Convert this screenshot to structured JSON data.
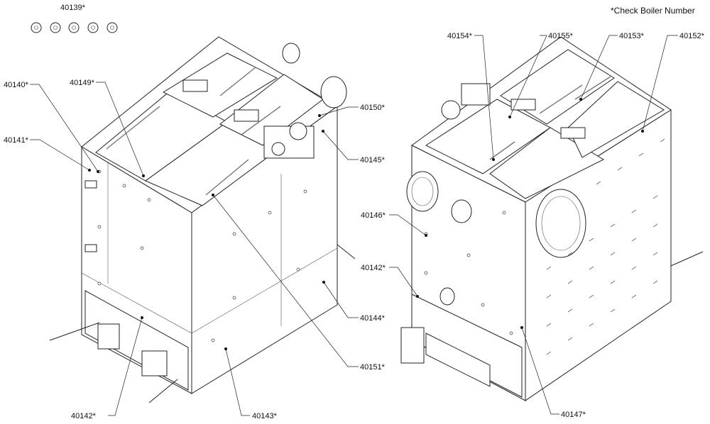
{
  "note": "*Check Boiler Number",
  "callouts": [
    {
      "id": "p40139",
      "label": "40139*"
    },
    {
      "id": "p40140",
      "label": "40140*"
    },
    {
      "id": "p40141",
      "label": "40141*"
    },
    {
      "id": "p40149",
      "label": "40149*"
    },
    {
      "id": "p40150",
      "label": "40150*"
    },
    {
      "id": "p40145",
      "label": "40145*"
    },
    {
      "id": "p40144",
      "label": "40144*"
    },
    {
      "id": "p40151",
      "label": "40151*"
    },
    {
      "id": "p40142a",
      "label": "40142*"
    },
    {
      "id": "p40143",
      "label": "40143*"
    },
    {
      "id": "p40154",
      "label": "40154*"
    },
    {
      "id": "p40155",
      "label": "40155*"
    },
    {
      "id": "p40153",
      "label": "40153*"
    },
    {
      "id": "p40152",
      "label": "40152*"
    },
    {
      "id": "p40146",
      "label": "40146*"
    },
    {
      "id": "p40142b",
      "label": "40142*"
    },
    {
      "id": "p40147",
      "label": "40147*"
    }
  ]
}
